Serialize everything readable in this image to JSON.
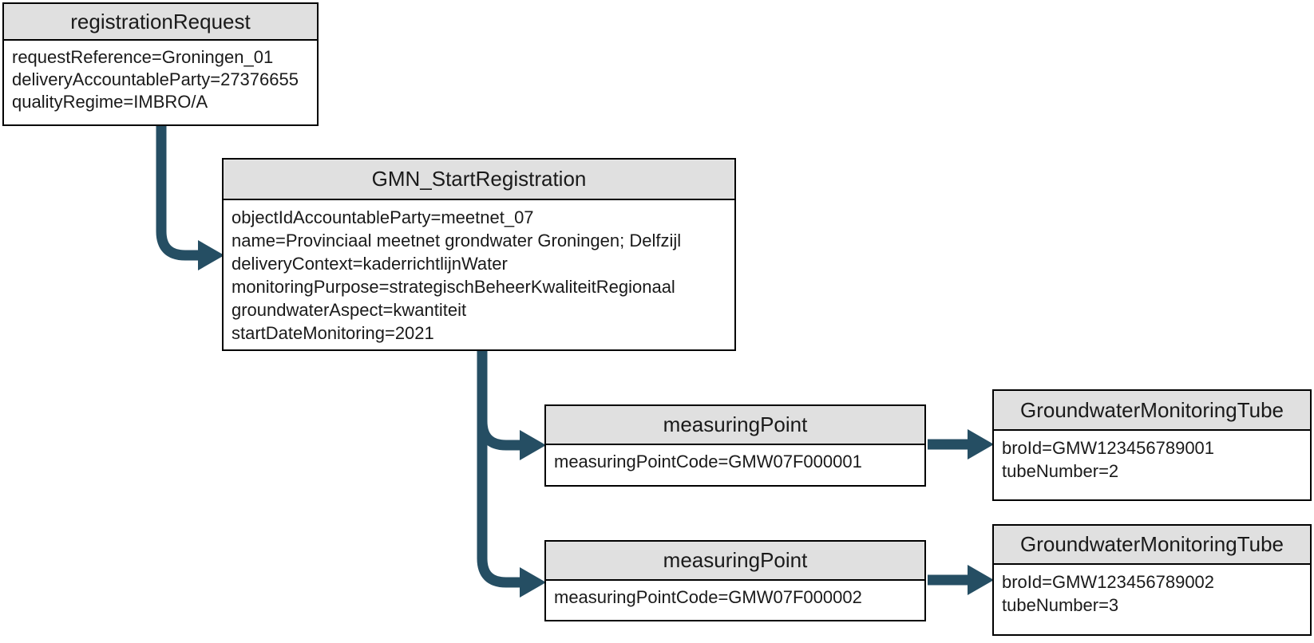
{
  "colors": {
    "arrow": "#254e63",
    "header_fill": "#e0e0e0",
    "border": "#000000",
    "background": "#ffffff"
  },
  "diagram_type": "object-structure-diagram",
  "nodes": [
    {
      "id": "registrationRequest",
      "title": "registrationRequest",
      "fields": [
        "requestReference=Groningen_01",
        "deliveryAccountableParty=27376655",
        "qualityRegime=IMBRO/A"
      ]
    },
    {
      "id": "GMN_StartRegistration",
      "title": "GMN_StartRegistration",
      "fields": [
        "objectIdAccountableParty=meetnet_07",
        "name=Provinciaal meetnet grondwater Groningen; Delfzijl",
        "deliveryContext=kaderrichtlijnWater",
        "monitoringPurpose=strategischBeheerKwaliteitRegionaal",
        "groundwaterAspect=kwantiteit",
        "startDateMonitoring=2021"
      ]
    },
    {
      "id": "measuringPoint1",
      "title": "measuringPoint",
      "fields": [
        "measuringPointCode=GMW07F000001"
      ]
    },
    {
      "id": "GroundwaterMonitoringTube1",
      "title": "GroundwaterMonitoringTube",
      "fields": [
        "broId=GMW123456789001",
        "tubeNumber=2"
      ]
    },
    {
      "id": "measuringPoint2",
      "title": "measuringPoint",
      "fields": [
        "measuringPointCode=GMW07F000002"
      ]
    },
    {
      "id": "GroundwaterMonitoringTube2",
      "title": "GroundwaterMonitoringTube",
      "fields": [
        "broId=GMW123456789002",
        "tubeNumber=3"
      ]
    }
  ],
  "edges": [
    {
      "from": "registrationRequest",
      "to": "GMN_StartRegistration"
    },
    {
      "from": "GMN_StartRegistration",
      "to": "measuringPoint1"
    },
    {
      "from": "GMN_StartRegistration",
      "to": "measuringPoint2"
    },
    {
      "from": "measuringPoint1",
      "to": "GroundwaterMonitoringTube1"
    },
    {
      "from": "measuringPoint2",
      "to": "GroundwaterMonitoringTube2"
    }
  ]
}
